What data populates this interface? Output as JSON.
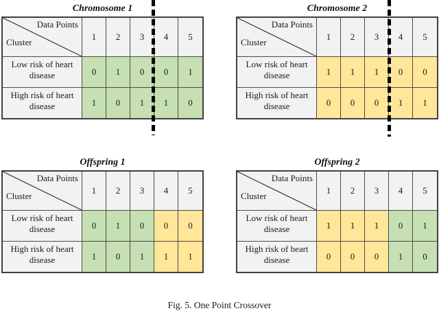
{
  "figure": {
    "caption": "Fig. 5. One Point Crossover"
  },
  "colors": {
    "green": "#c6e0b4",
    "yellow": "#ffe699",
    "header_bg": "#f2f2f2",
    "border": "#404040",
    "cut_line": "#000000"
  },
  "header": {
    "top_label": "Data Points",
    "bottom_label": "Cluster",
    "columns": [
      "1",
      "2",
      "3",
      "4",
      "5"
    ]
  },
  "tables": [
    {
      "title": "Chromosome 1",
      "cut_line_after_column": 3,
      "rows": [
        {
          "label": "Low risk of heart disease",
          "cells": [
            {
              "value": "0",
              "color": "green"
            },
            {
              "value": "1",
              "color": "green"
            },
            {
              "value": "0",
              "color": "green"
            },
            {
              "value": "0",
              "color": "green"
            },
            {
              "value": "1",
              "color": "green"
            }
          ]
        },
        {
          "label": "High risk of heart disease",
          "cells": [
            {
              "value": "1",
              "color": "green"
            },
            {
              "value": "0",
              "color": "green"
            },
            {
              "value": "1",
              "color": "green"
            },
            {
              "value": "1",
              "color": "green"
            },
            {
              "value": "0",
              "color": "green"
            }
          ]
        }
      ]
    },
    {
      "title": "Chromosome 2",
      "cut_line_after_column": 3,
      "rows": [
        {
          "label": "Low risk of heart disease",
          "cells": [
            {
              "value": "1",
              "color": "yellow"
            },
            {
              "value": "1",
              "color": "yellow"
            },
            {
              "value": "1",
              "color": "yellow"
            },
            {
              "value": "0",
              "color": "yellow"
            },
            {
              "value": "0",
              "color": "yellow"
            }
          ]
        },
        {
          "label": "High risk of heart disease",
          "cells": [
            {
              "value": "0",
              "color": "yellow"
            },
            {
              "value": "0",
              "color": "yellow"
            },
            {
              "value": "0",
              "color": "yellow"
            },
            {
              "value": "1",
              "color": "yellow"
            },
            {
              "value": "1",
              "color": "yellow"
            }
          ]
        }
      ]
    },
    {
      "title": "Offspring 1",
      "cut_line_after_column": null,
      "rows": [
        {
          "label": "Low risk of heart disease",
          "cells": [
            {
              "value": "0",
              "color": "green"
            },
            {
              "value": "1",
              "color": "green"
            },
            {
              "value": "0",
              "color": "green"
            },
            {
              "value": "0",
              "color": "yellow"
            },
            {
              "value": "0",
              "color": "yellow"
            }
          ]
        },
        {
          "label": "High risk of heart disease",
          "cells": [
            {
              "value": "1",
              "color": "green"
            },
            {
              "value": "0",
              "color": "green"
            },
            {
              "value": "1",
              "color": "green"
            },
            {
              "value": "1",
              "color": "yellow"
            },
            {
              "value": "1",
              "color": "yellow"
            }
          ]
        }
      ]
    },
    {
      "title": "Offspring 2",
      "cut_line_after_column": null,
      "rows": [
        {
          "label": "Low risk of heart disease",
          "cells": [
            {
              "value": "1",
              "color": "yellow"
            },
            {
              "value": "1",
              "color": "yellow"
            },
            {
              "value": "1",
              "color": "yellow"
            },
            {
              "value": "0",
              "color": "green"
            },
            {
              "value": "1",
              "color": "green"
            }
          ]
        },
        {
          "label": "High risk of heart disease",
          "cells": [
            {
              "value": "0",
              "color": "yellow"
            },
            {
              "value": "0",
              "color": "yellow"
            },
            {
              "value": "0",
              "color": "yellow"
            },
            {
              "value": "1",
              "color": "green"
            },
            {
              "value": "0",
              "color": "green"
            }
          ]
        }
      ]
    }
  ]
}
